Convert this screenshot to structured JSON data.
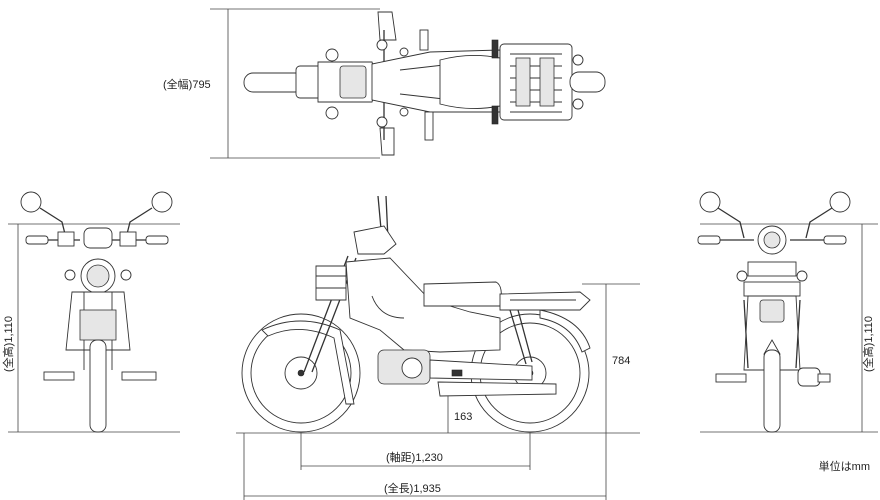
{
  "dimensions": {
    "width_label": "(全幅)795",
    "height_label_left": "(全高)1,110",
    "height_label_right": "(全高)1,110",
    "seat_height": "784",
    "ground_clearance": "163",
    "wheelbase_label": "(軸距)1,230",
    "length_label": "(全長)1,935"
  },
  "unit_note": "単位はmm"
}
